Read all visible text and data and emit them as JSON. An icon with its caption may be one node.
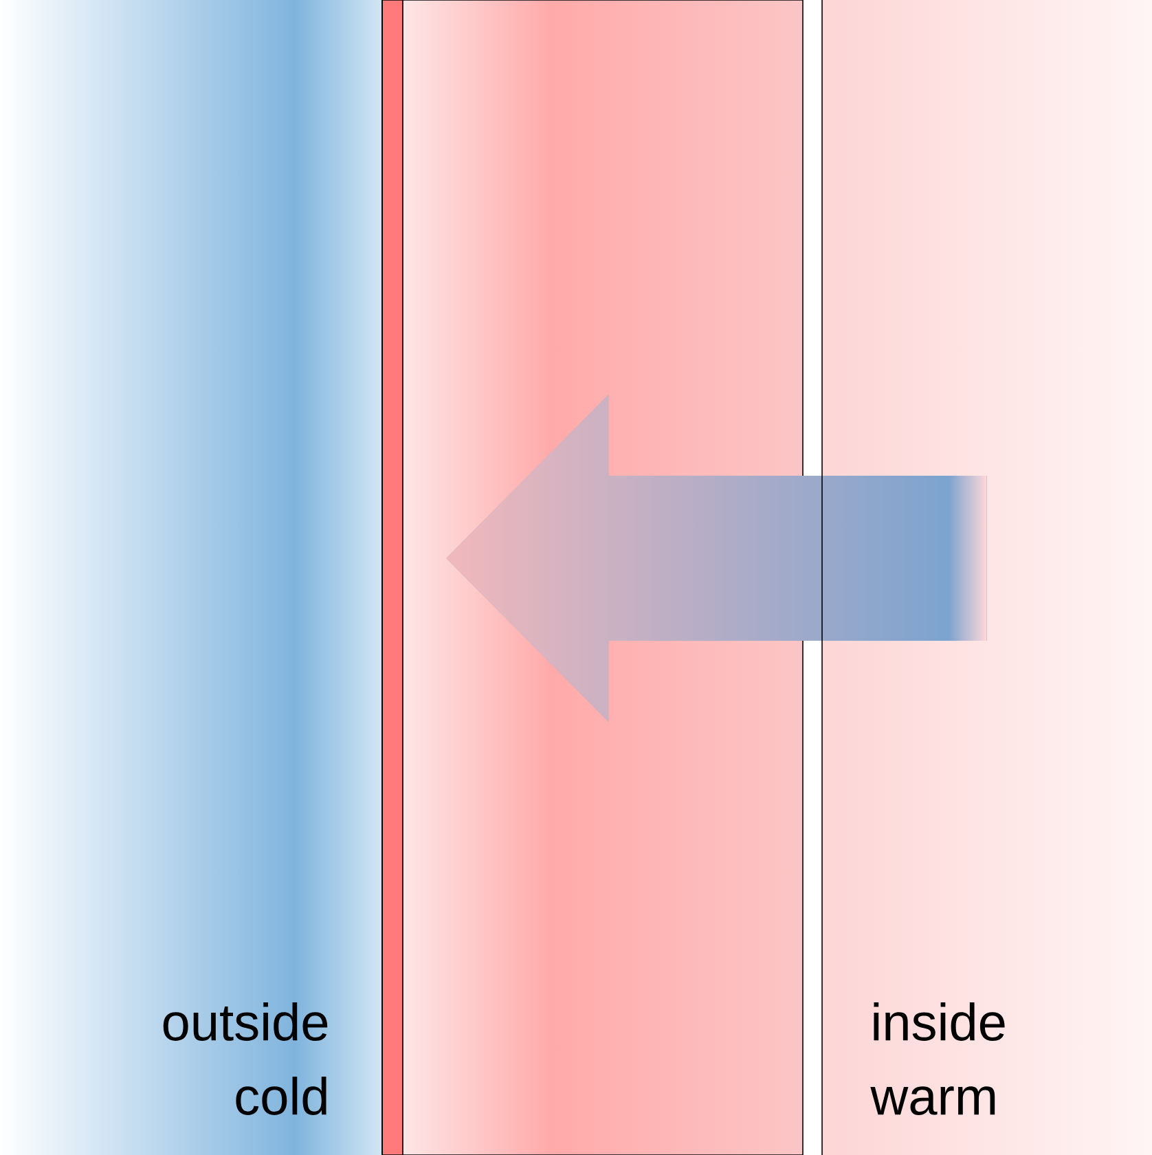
{
  "diagram": {
    "nodes": [
      {
        "text": [
          "outside cold"
        ]
      },
      {
        "text": [],
        "shape": "bar"
      },
      {
        "text": [],
        "shape": "bar"
      },
      {
        "text": [
          "inside warm"
        ]
      }
    ],
    "edges": [
      {
        "from": 3,
        "to": 2,
        "arrow": "to"
      }
    ]
  }
}
